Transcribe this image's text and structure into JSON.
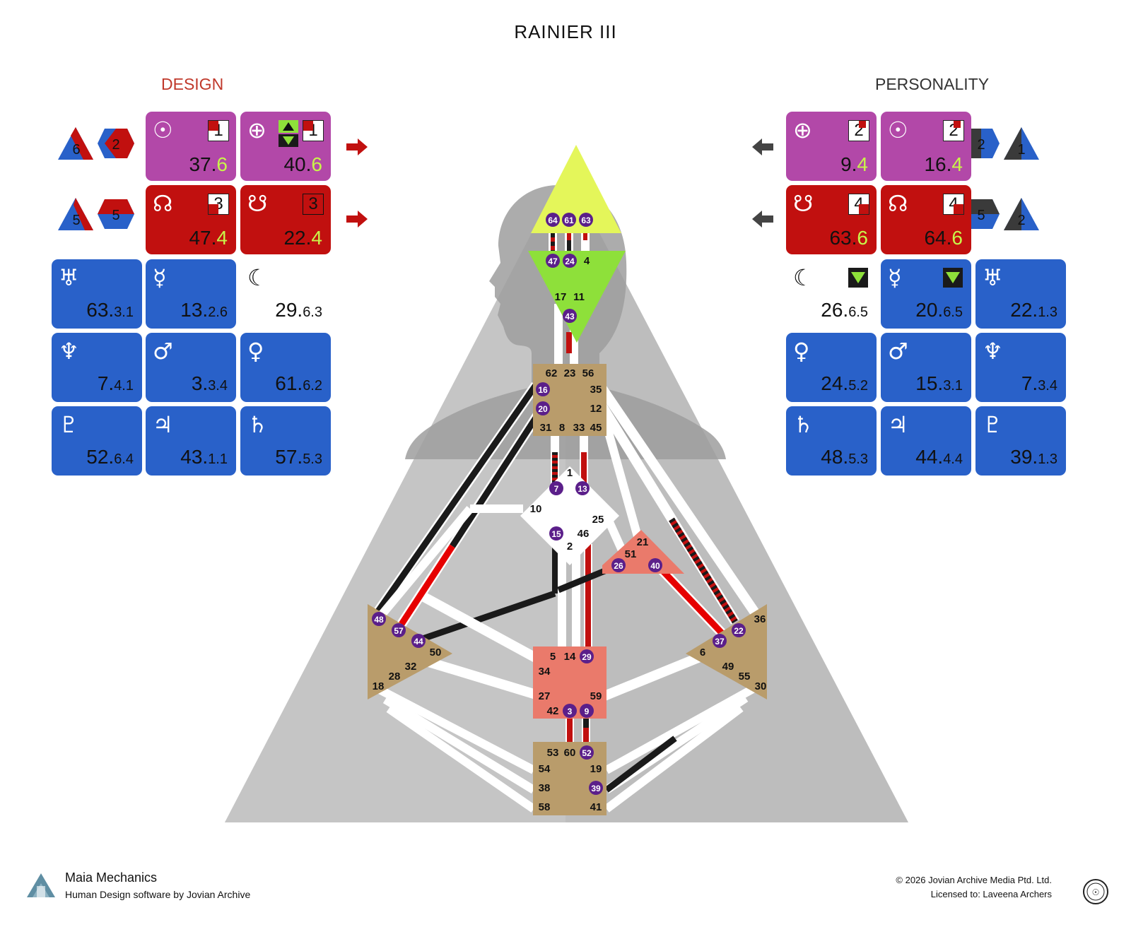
{
  "title": "RAINIER III",
  "design_label": "DESIGN",
  "personality_label": "PERSONALITY",
  "colors": {
    "design_red": "#c1100f",
    "personality_black": "#1a1a1a",
    "pink": "#b248a8",
    "blue": "#2961c9",
    "center_tan": "#b99c6b",
    "head_yellow": "#e4f65a",
    "ajna_green": "#8ee03a",
    "salmon": "#ea7a6b"
  },
  "design": {
    "sun": {
      "icon": "sun-icon",
      "sym": "☉",
      "gate": "37.",
      "line": "6",
      "box": "1"
    },
    "earth": {
      "icon": "earth-icon",
      "sym": "⊕",
      "gate": "40.",
      "line": "6",
      "box": "1"
    },
    "north_node": {
      "icon": "north-node-icon",
      "sym": "☊",
      "gate": "47.",
      "line": "4",
      "box": "3"
    },
    "south_node": {
      "icon": "south-node-icon",
      "sym": "☋",
      "gate": "22.",
      "line": "4",
      "box": "3"
    },
    "variables": {
      "top_left": "6",
      "top_right": "2",
      "bottom_left": "5",
      "bottom_right": "5"
    },
    "planets": [
      {
        "name": "uranus",
        "icon": "uranus-icon",
        "sym": "♅",
        "gate": "63.",
        "sub": "3.1"
      },
      {
        "name": "mercury",
        "icon": "mercury-icon",
        "sym": "☿",
        "gate": "13.",
        "sub": "2.6"
      },
      {
        "name": "moon",
        "icon": "moon-icon",
        "sym": "☾",
        "gate": "29.",
        "sub": "6.3"
      },
      {
        "name": "neptune",
        "icon": "neptune-icon",
        "sym": "♆",
        "gate": "7.",
        "sub": "4.1"
      },
      {
        "name": "mars",
        "icon": "mars-icon",
        "sym": "♂",
        "gate": "3.",
        "sub": "3.4"
      },
      {
        "name": "venus",
        "icon": "venus-icon",
        "sym": "♀",
        "gate": "61.",
        "sub": "6.2"
      },
      {
        "name": "pluto",
        "icon": "pluto-icon",
        "sym": "♇",
        "gate": "52.",
        "sub": "6.4"
      },
      {
        "name": "jupiter",
        "icon": "jupiter-icon",
        "sym": "♃",
        "gate": "43.",
        "sub": "1.1"
      },
      {
        "name": "saturn",
        "icon": "saturn-icon",
        "sym": "♄",
        "gate": "57.",
        "sub": "5.3"
      }
    ]
  },
  "personality": {
    "earth": {
      "icon": "earth-icon",
      "sym": "⊕",
      "gate": "9.",
      "line": "4",
      "box": "2"
    },
    "sun": {
      "icon": "sun-icon",
      "sym": "☉",
      "gate": "16.",
      "line": "4",
      "box": "2"
    },
    "south_node": {
      "icon": "south-node-icon",
      "sym": "☋",
      "gate": "63.",
      "line": "6",
      "box": "4"
    },
    "north_node": {
      "icon": "north-node-icon",
      "sym": "☊",
      "gate": "64.",
      "line": "6",
      "box": "4"
    },
    "variables": {
      "top_left": "2",
      "top_right": "1",
      "bottom_left": "5",
      "bottom_right": "2"
    },
    "planets": [
      {
        "name": "moon",
        "icon": "moon-icon",
        "sym": "☾",
        "gate": "26.",
        "sub": "6.5"
      },
      {
        "name": "mercury",
        "icon": "mercury-icon",
        "sym": "☿",
        "gate": "20.",
        "sub": "6.5"
      },
      {
        "name": "uranus",
        "icon": "uranus-icon",
        "sym": "♅",
        "gate": "22.",
        "sub": "1.3"
      },
      {
        "name": "venus",
        "icon": "venus-icon",
        "sym": "♀",
        "gate": "24.",
        "sub": "5.2"
      },
      {
        "name": "mars",
        "icon": "mars-icon",
        "sym": "♂",
        "gate": "15.",
        "sub": "3.1"
      },
      {
        "name": "neptune",
        "icon": "neptune-icon",
        "sym": "♆",
        "gate": "7.",
        "sub": "3.4"
      },
      {
        "name": "saturn",
        "icon": "saturn-icon",
        "sym": "♄",
        "gate": "48.",
        "sub": "5.3"
      },
      {
        "name": "jupiter",
        "icon": "jupiter-icon",
        "sym": "♃",
        "gate": "44.",
        "sub": "4.4"
      },
      {
        "name": "pluto",
        "icon": "pluto-icon",
        "sym": "♇",
        "gate": "39.",
        "sub": "1.3"
      }
    ]
  },
  "gates": {
    "head": [
      "64",
      "61",
      "63"
    ],
    "ajna": [
      "47",
      "24",
      "4",
      "17",
      "11",
      "43"
    ],
    "throat": [
      "62",
      "23",
      "56",
      "16",
      "35",
      "20",
      "12",
      "31",
      "8",
      "33",
      "45"
    ],
    "g": [
      "1",
      "7",
      "13",
      "10",
      "25",
      "15",
      "46",
      "2"
    ],
    "ego": [
      "21",
      "51",
      "26",
      "40"
    ],
    "spleen": [
      "48",
      "57",
      "44",
      "50",
      "32",
      "28",
      "18"
    ],
    "solar_plexus": [
      "36",
      "22",
      "37",
      "6",
      "49",
      "55",
      "30"
    ],
    "sacral": [
      "5",
      "14",
      "29",
      "34",
      "27",
      "59",
      "42",
      "3",
      "9"
    ],
    "root": [
      "53",
      "60",
      "52",
      "54",
      "19",
      "38",
      "39",
      "58",
      "41"
    ]
  },
  "footer": {
    "brand": "Maia Mechanics",
    "tagline": "Human Design software by Jovian Archive",
    "copyright": "© 2026 Jovian Archive Media Ptd. Ltd.",
    "license": "Licensed to: Laveena Archers"
  }
}
